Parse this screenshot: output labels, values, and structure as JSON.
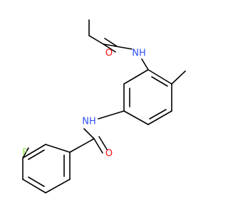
{
  "molecule": {
    "atom_labels": {
      "n_acetamide": "NH",
      "o_acetamide": "O",
      "n_amide": "NH",
      "o_amide": "O",
      "fluorine": "F"
    },
    "colors": {
      "bond": "#000000",
      "nitrogen": "#3050F8",
      "oxygen": "#FF0D0D",
      "fluorine": "#90E050"
    }
  }
}
